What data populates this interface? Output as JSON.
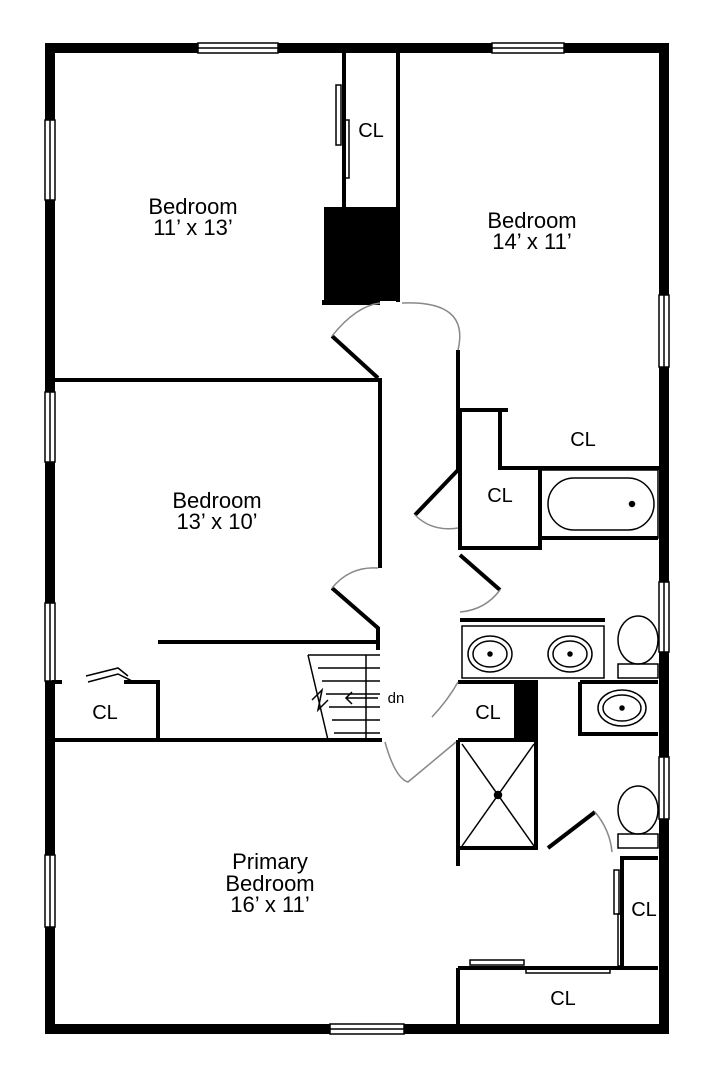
{
  "rooms": {
    "bedroom_top_left": {
      "name": "Bedroom",
      "dims": "11’ x 13’"
    },
    "bedroom_top_right": {
      "name": "Bedroom",
      "dims": "14’ x 11’"
    },
    "bedroom_middle": {
      "name": "Bedroom",
      "dims": "13’ x 10’"
    },
    "primary_bedroom": {
      "name_line1": "Primary",
      "name_line2": "Bedroom",
      "dims": "16’ x 11’"
    }
  },
  "closets": {
    "cl_top": "CL",
    "cl_right_upper": "CL",
    "cl_hall": "CL",
    "cl_left": "CL",
    "cl_bath": "CL",
    "cl_primary_side": "CL",
    "cl_primary_bottom": "CL"
  },
  "stairs": {
    "label": "dn"
  },
  "colors": {
    "wall": "#000000",
    "background": "#ffffff",
    "door_arc": "#888888"
  }
}
